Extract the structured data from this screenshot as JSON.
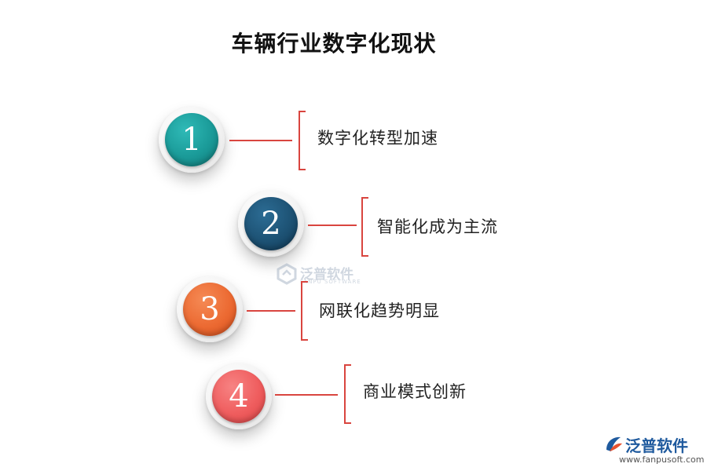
{
  "title": "车辆行业数字化现状",
  "items": [
    {
      "number": "1",
      "label": "数字化转型加速",
      "color": "#1a9a98",
      "color_dark": "#107574"
    },
    {
      "number": "2",
      "label": "智能化成为主流",
      "color": "#1d5274",
      "color_dark": "#0f3652"
    },
    {
      "number": "3",
      "label": "网联化趋势明显",
      "color": "#ec6a32",
      "color_dark": "#d24d1c"
    },
    {
      "number": "4",
      "label": "商业模式创新",
      "color": "#ef5d5e",
      "color_dark": "#d94445"
    }
  ],
  "watermark": {
    "brand": "泛普软件",
    "sub": "FANPU SOFTWARE",
    "url": "www.fanpusoft.com",
    "icon": "fanpu-logo-icon",
    "brand_color": "#1f5a9e",
    "accent_color": "#e8522f"
  },
  "connector_color": "#d9453f"
}
